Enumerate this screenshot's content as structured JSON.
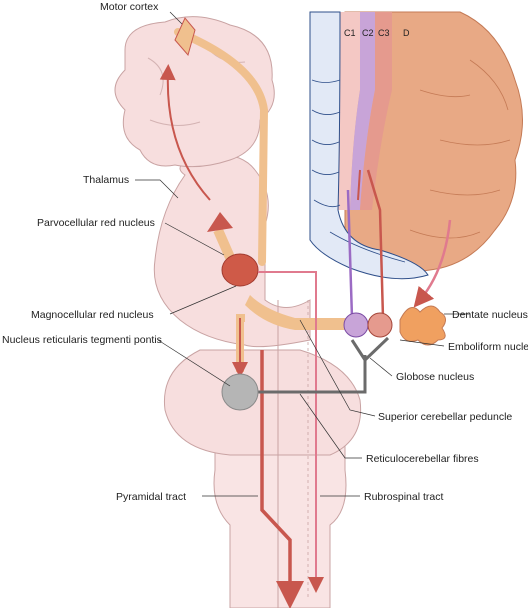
{
  "colors": {
    "brain_fill": "#f7dede",
    "brain_stroke": "#c9a3a3",
    "brainstem_fill": "#f9e4e4",
    "cerebellum_fill": "#e8a985",
    "cerebellum_stroke": "#c47a55",
    "vermis_fill": "#e2e9f6",
    "vermis_stroke": "#2f4f8a",
    "c1_band": "#f4c8c4",
    "c2_band": "#c8a4d8",
    "c3_band": "#e59a8e",
    "tract_tan": "#f0c08e",
    "tract_red": "#c8574e",
    "tract_pink": "#e07a8e",
    "tract_purple": "#9b6bc4",
    "tract_grey": "#6b6b6b",
    "red_nucleus": "#cf5a48",
    "grey_nucleus": "#b5b5b5"
  },
  "zones": {
    "c1": "C1",
    "c2": "C2",
    "c3": "C3",
    "d": "D"
  },
  "labels": {
    "motor_cortex": "Motor cortex",
    "thalamus": "Thalamus",
    "parvocellular": "Parvocellular red nucleus",
    "magnocellular": "Magnocellular red nucleus",
    "reticularis": "Nucleus reticularis tegmenti pontis",
    "pyramidal": "Pyramidal tract",
    "dentate": "Dentate nucleus",
    "emboliform": "Emboliform nucleus",
    "globose": "Globose nucleus",
    "superior_peduncle": "Superior cerebellar peduncle",
    "reticulocerebellar": "Reticulocerebellar fibres",
    "rubrospinal": "Rubrospinal tract"
  }
}
